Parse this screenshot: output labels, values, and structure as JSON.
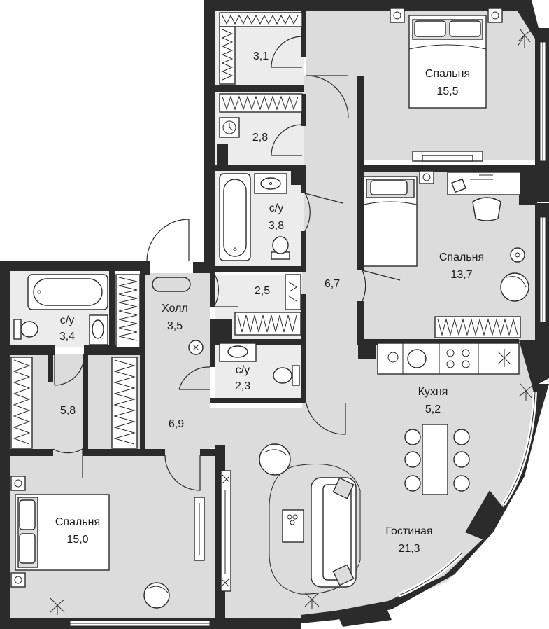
{
  "rooms": [
    {
      "key": "bedroom1",
      "name": "Спальня",
      "area": "15,5"
    },
    {
      "key": "bedroom2",
      "name": "Спальня",
      "area": "13,7"
    },
    {
      "key": "bedroom3",
      "name": "Спальня",
      "area": "15,0"
    },
    {
      "key": "closet1",
      "name": "",
      "area": "3,1"
    },
    {
      "key": "closet2",
      "name": "",
      "area": "2,8"
    },
    {
      "key": "bath1",
      "name": "с/у",
      "area": "3,8"
    },
    {
      "key": "corridor1",
      "name": "",
      "area": "6,7"
    },
    {
      "key": "closet3",
      "name": "",
      "area": "2,5"
    },
    {
      "key": "hall",
      "name": "Холл",
      "area": "3,5"
    },
    {
      "key": "bath2",
      "name": "с/у",
      "area": "3,4"
    },
    {
      "key": "bath3",
      "name": "с/у",
      "area": "2,3"
    },
    {
      "key": "closet4",
      "name": "",
      "area": "5,8"
    },
    {
      "key": "corridor2",
      "name": "",
      "area": "6,9"
    },
    {
      "key": "kitchen",
      "name": "Кухня",
      "area": "5,2"
    },
    {
      "key": "living",
      "name": "Гостиная",
      "area": "21,3"
    }
  ]
}
